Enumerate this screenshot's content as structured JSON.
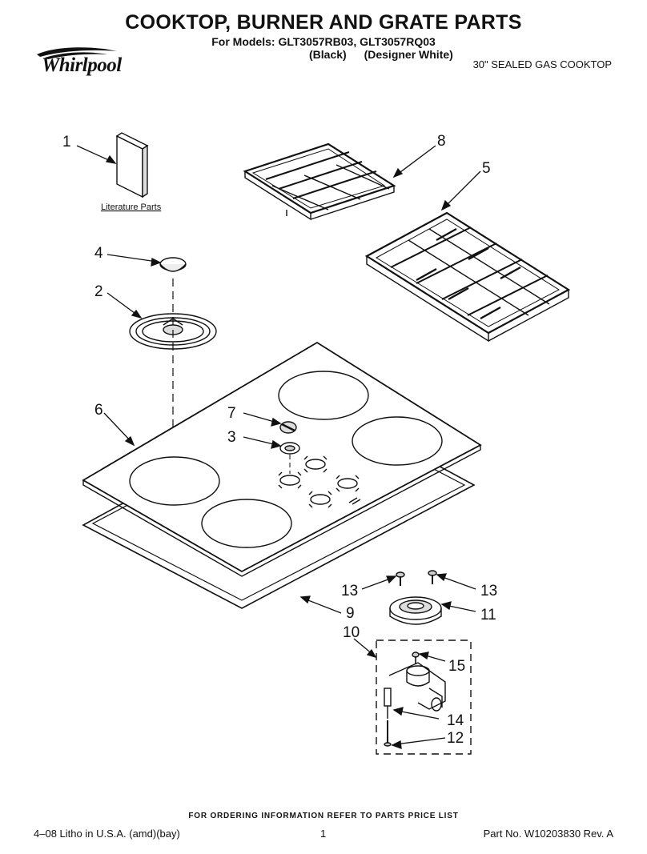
{
  "header": {
    "title": "COOKTOP, BURNER AND GRATE PARTS",
    "models_line": "For Models: GLT3057RB03, GLT3057RQ03",
    "variant_black": "(Black)",
    "variant_white": "(Designer White)",
    "product": "30\" SEALED GAS COOKTOP",
    "brand": "Whirlpool"
  },
  "diagram": {
    "literature_label": "Literature Parts",
    "callouts": {
      "c1": "1",
      "c2": "2",
      "c3": "3",
      "c4": "4",
      "c5": "5",
      "c6": "6",
      "c7": "7",
      "c8": "8",
      "c9": "9",
      "c10": "10",
      "c11": "11",
      "c12": "12",
      "c13a": "13",
      "c13b": "13",
      "c14": "14",
      "c15": "15"
    }
  },
  "footer": {
    "ordering": "FOR ORDERING INFORMATION REFER TO PARTS PRICE LIST",
    "litho": "4–08 Litho in U.S.A. (amd)(bay)",
    "page": "1",
    "part_no": "Part No. W10203830 Rev. A"
  }
}
